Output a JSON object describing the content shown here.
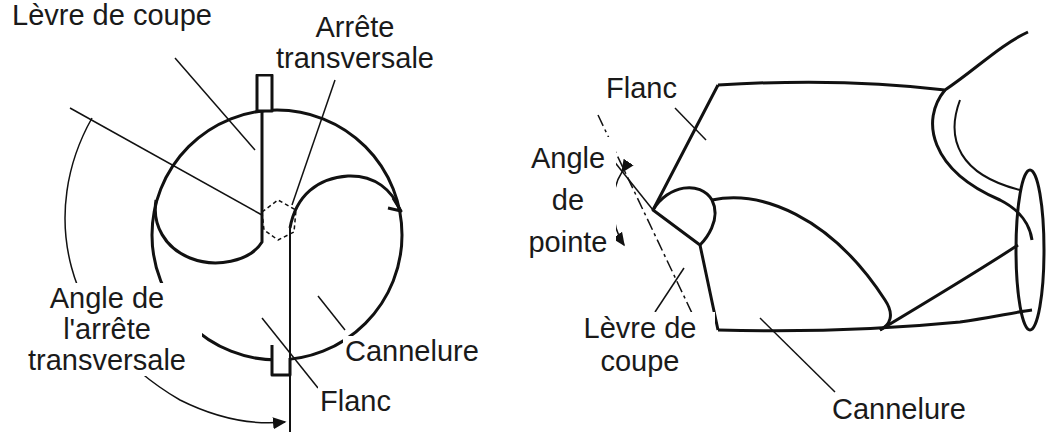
{
  "diagram": {
    "labels": [
      "Lèvre de coupe",
      "Arrête transversale",
      "Angle de l'arrête transversale",
      "Cannelure",
      "Flanc",
      "Flanc",
      "Angle de pointe",
      "Lèvre de coupe",
      "Cannelure"
    ]
  }
}
